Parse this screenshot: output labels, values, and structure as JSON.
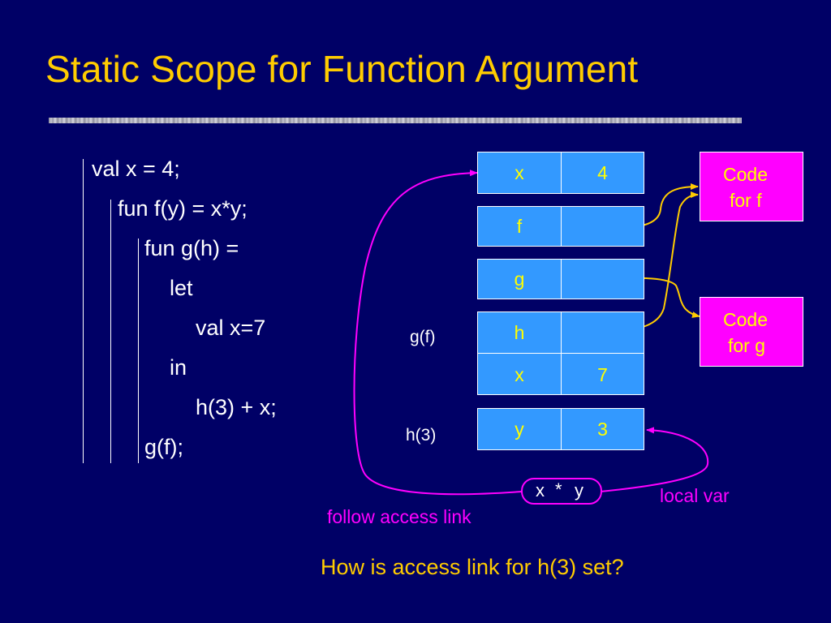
{
  "slide": {
    "title": "Static Scope for Function Argument"
  },
  "code": {
    "lines": [
      "val x = 4;",
      "fun f(y) = x*y;",
      "fun g(h) =",
      "let",
      "val x=7",
      "in",
      "h(3) + x;",
      "g(f);"
    ]
  },
  "stack": {
    "x4": {
      "name": "x",
      "value": "4"
    },
    "f": {
      "name": "f",
      "value": ""
    },
    "g": {
      "name": "g",
      "value": ""
    },
    "h": {
      "name": "h",
      "value": ""
    },
    "x7": {
      "name": "x",
      "value": "7"
    },
    "y": {
      "name": "y",
      "value": "3"
    },
    "labels": {
      "gf": "g(f)",
      "h3": "h(3)"
    }
  },
  "code_boxes": {
    "f": {
      "line1": "Code",
      "line2": "for f"
    },
    "g": {
      "line1": "Code",
      "line2": "for g"
    }
  },
  "expression": {
    "left": "x",
    "op": "*",
    "right": "y"
  },
  "annotations": {
    "local_var": "local var",
    "follow_access_link": "follow access link",
    "question": "How is access link for h(3) set?"
  },
  "colors": {
    "background": "#000066",
    "title": "#ffcc00",
    "cell_fill": "#3399ff",
    "cell_text": "#ffff00",
    "code_box_fill": "#ff00ff",
    "arrow_magenta": "#ff00ff",
    "arrow_yellow": "#ffcc00"
  }
}
